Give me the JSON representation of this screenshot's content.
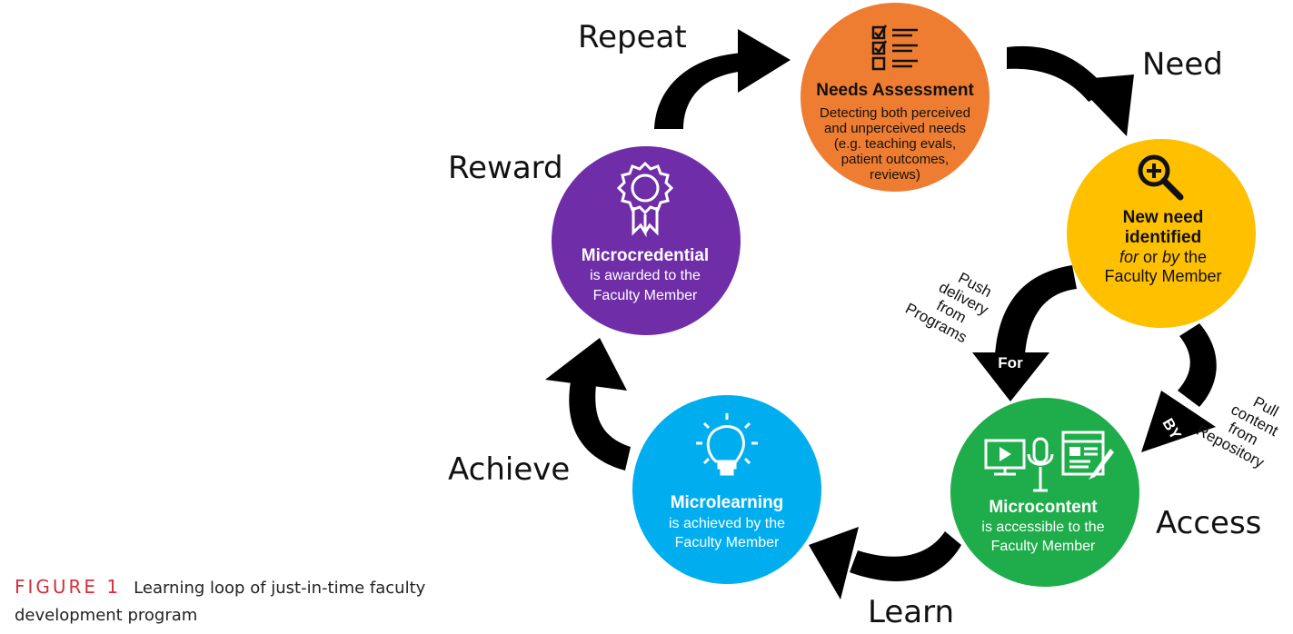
{
  "diagram": {
    "step_labels": {
      "repeat": "Repeat",
      "need": "Need",
      "reward": "Reward",
      "achieve": "Achieve",
      "access": "Access",
      "learn": "Learn"
    },
    "nodes": {
      "needs_assessment": {
        "title": "Needs Assessment",
        "lines": [
          "Detecting both perceived",
          "and unperceived needs",
          "(e.g. teaching evals,",
          "patient outcomes,",
          "reviews)"
        ],
        "color": "#ef7d31",
        "icon": "checklist-icon"
      },
      "new_need": {
        "title_lines": [
          "New need",
          "identified"
        ],
        "for_word": "for",
        "or_word": " or ",
        "by_word": "by",
        "the_word": " the",
        "last_line": "Faculty Member",
        "color": "#ffc000",
        "icon": "magnifier-plus-icon"
      },
      "microcontent": {
        "title": "Microcontent",
        "lines": [
          "is accessible to the",
          "Faculty Member"
        ],
        "color": "#1fad4b",
        "icon": "media-content-icons"
      },
      "microlearning": {
        "title": "Microlearning",
        "lines": [
          "is achieved by the",
          "Faculty Member"
        ],
        "color": "#00aeef",
        "icon": "lightbulb-icon"
      },
      "microcredential": {
        "title": "Microcredential",
        "lines": [
          "is awarded to the",
          "Faculty Member"
        ],
        "color": "#6f2da8",
        "icon": "award-ribbon-icon"
      }
    },
    "branch_notes": {
      "push": [
        "Push",
        "delivery",
        "from",
        "Programs"
      ],
      "pull": [
        "Pull",
        "content",
        "from",
        "Repository"
      ]
    },
    "arrow_tags": {
      "for": "For",
      "by": "BY"
    }
  },
  "caption": {
    "label": "FIGURE 1",
    "text": "Learning loop of just-in-time faculty development program"
  }
}
